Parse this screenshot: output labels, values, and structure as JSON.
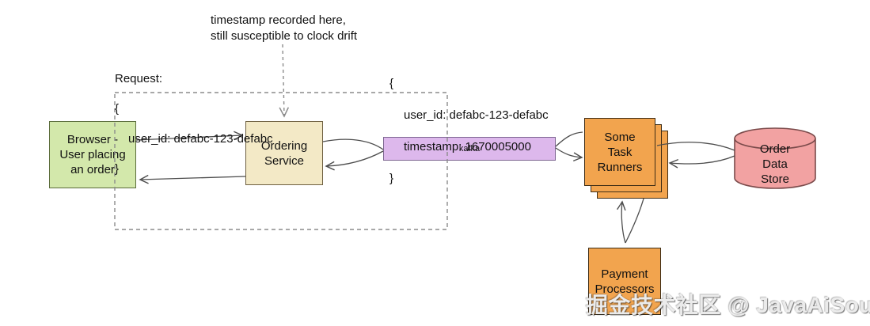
{
  "watermark": "掘金技术社区 @ JavaAiSouth",
  "annotations": {
    "clock_drift": "timestamp recorded here,\nstill susceptible to clock drift",
    "request": {
      "label": "Request:",
      "open_brace": "{",
      "body": "user_id: defabc-123-defabc",
      "close_brace": "}"
    },
    "message": {
      "open_brace": "{",
      "user_id": "user_id: defabc-123-defabc",
      "timestamp": "timestamp: 1670005000",
      "close_brace": "}"
    }
  },
  "nodes": {
    "browser": {
      "label": "Browser -\nUser placing\nan order",
      "fill": "#d3e8ab"
    },
    "ordering_service": {
      "label": "Ordering\nService",
      "fill": "#f3e9c6"
    },
    "kafka": {
      "label": "kafka",
      "fill": "#ddb8ec"
    },
    "task_runners": {
      "label": "Some\nTask\nRunners",
      "fill": "#f2a44e"
    },
    "order_data_store": {
      "label": "Order\nData\nStore",
      "fill": "#f2a2a2"
    },
    "payment_processors": {
      "label": "Payment\nProcessors",
      "fill": "#f2a44e"
    }
  },
  "colors": {
    "arrow": "#4d4d4d",
    "dashed": "#8c8c8c",
    "background": "#ffffff"
  }
}
